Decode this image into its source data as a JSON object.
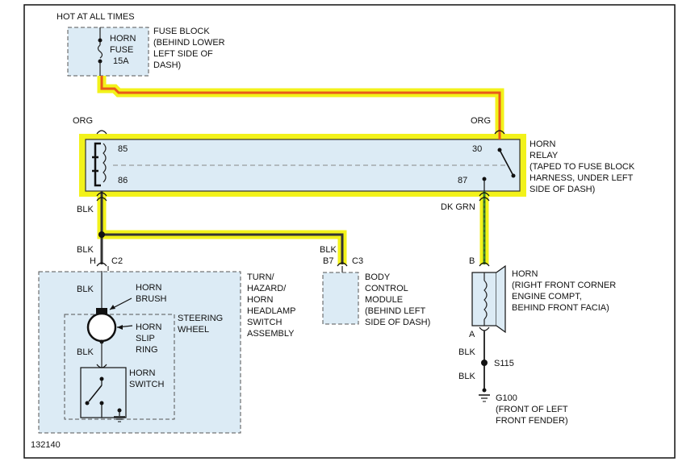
{
  "hot_label": "HOT AT ALL TIMES",
  "fuse": {
    "name": "HORN",
    "name2": "FUSE",
    "rating": "15A"
  },
  "fuse_block": [
    "FUSE BLOCK",
    "(BEHIND LOWER",
    "LEFT SIDE OF",
    "DASH)"
  ],
  "relay": {
    "lines": [
      "HORN",
      "RELAY",
      "(TAPED TO FUSE BLOCK",
      "HARNESS, UNDER LEFT",
      "SIDE OF DASH)"
    ],
    "pins": {
      "p85": "85",
      "p86": "86",
      "p30": "30",
      "p87": "87"
    }
  },
  "wires": {
    "org_left": "ORG",
    "org_right": "ORG",
    "blk_relay": "BLK",
    "blk_splice": "BLK",
    "blk_bcm": "BLK",
    "dkgrn": "DK GRN",
    "blk_brush": "BLK",
    "blk_switch": "BLK",
    "blk_horn_a": "BLK",
    "blk_s115": "BLK"
  },
  "connectors": {
    "c2_pin": "H",
    "c2": "C2",
    "c3_pin": "B7",
    "c3": "C3",
    "horn_b": "B",
    "horn_a": "A"
  },
  "bcm_lines": [
    "BODY",
    "CONTROL",
    "MODULE",
    "(BEHIND LEFT",
    "SIDE OF DASH)"
  ],
  "switch_assembly_lines": [
    "TURN/",
    "HAZARD/",
    "HORN",
    "HEADLAMP",
    "SWITCH",
    "ASSEMBLY"
  ],
  "horn_brush": [
    "HORN",
    "BRUSH"
  ],
  "steering_wheel": [
    "STEERING",
    "WHEEL"
  ],
  "slip_ring": [
    "HORN",
    "SLIP",
    "RING"
  ],
  "horn_switch": [
    "HORN",
    "SWITCH"
  ],
  "horn_lines": [
    "HORN",
    "(RIGHT FRONT CORNER",
    "ENGINE COMPT,",
    "BEHIND FRONT FACIA)"
  ],
  "splice": "S115",
  "ground_lines": [
    "G100",
    "(FRONT OF LEFT",
    "FRONT FENDER)"
  ],
  "figure_id": "132140",
  "colors": {
    "highlight": "#f2f21a",
    "org": "#e85a1a",
    "blk": "#333333",
    "dkgrn": "#3a8a2a",
    "box_fill": "#dcebf5",
    "dash": "#555555"
  }
}
